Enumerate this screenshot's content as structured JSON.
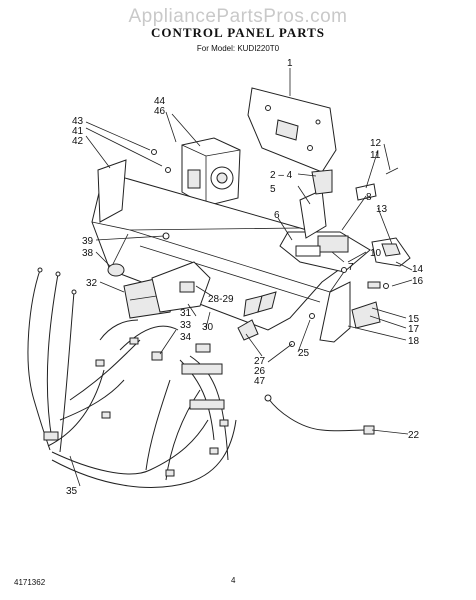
{
  "watermark": "AppliancePartsPros.com",
  "title": "CONTROL PANEL PARTS",
  "model_line": "For Model: KUDI220T0",
  "doc_number": "4171362",
  "page_number": "4",
  "callouts": {
    "c1": "1",
    "c2_4": "2 – 4",
    "c5": "5",
    "c6": "6",
    "c7": "7",
    "c8": "8",
    "c10": "10",
    "c11": "11",
    "c12": "12",
    "c13": "13",
    "c14": "14",
    "c15": "15",
    "c16": "16",
    "c17": "17",
    "c18": "18",
    "c22": "22",
    "c25": "25",
    "c26": "26",
    "c27": "27",
    "c28_29": "28-29",
    "c30": "30",
    "c31": "31",
    "c32": "32",
    "c33": "33",
    "c34": "34",
    "c35": "35",
    "c38": "38",
    "c39": "39",
    "c41": "41",
    "c42": "42",
    "c43": "43",
    "c44": "44",
    "c46": "46",
    "c47": "47"
  }
}
